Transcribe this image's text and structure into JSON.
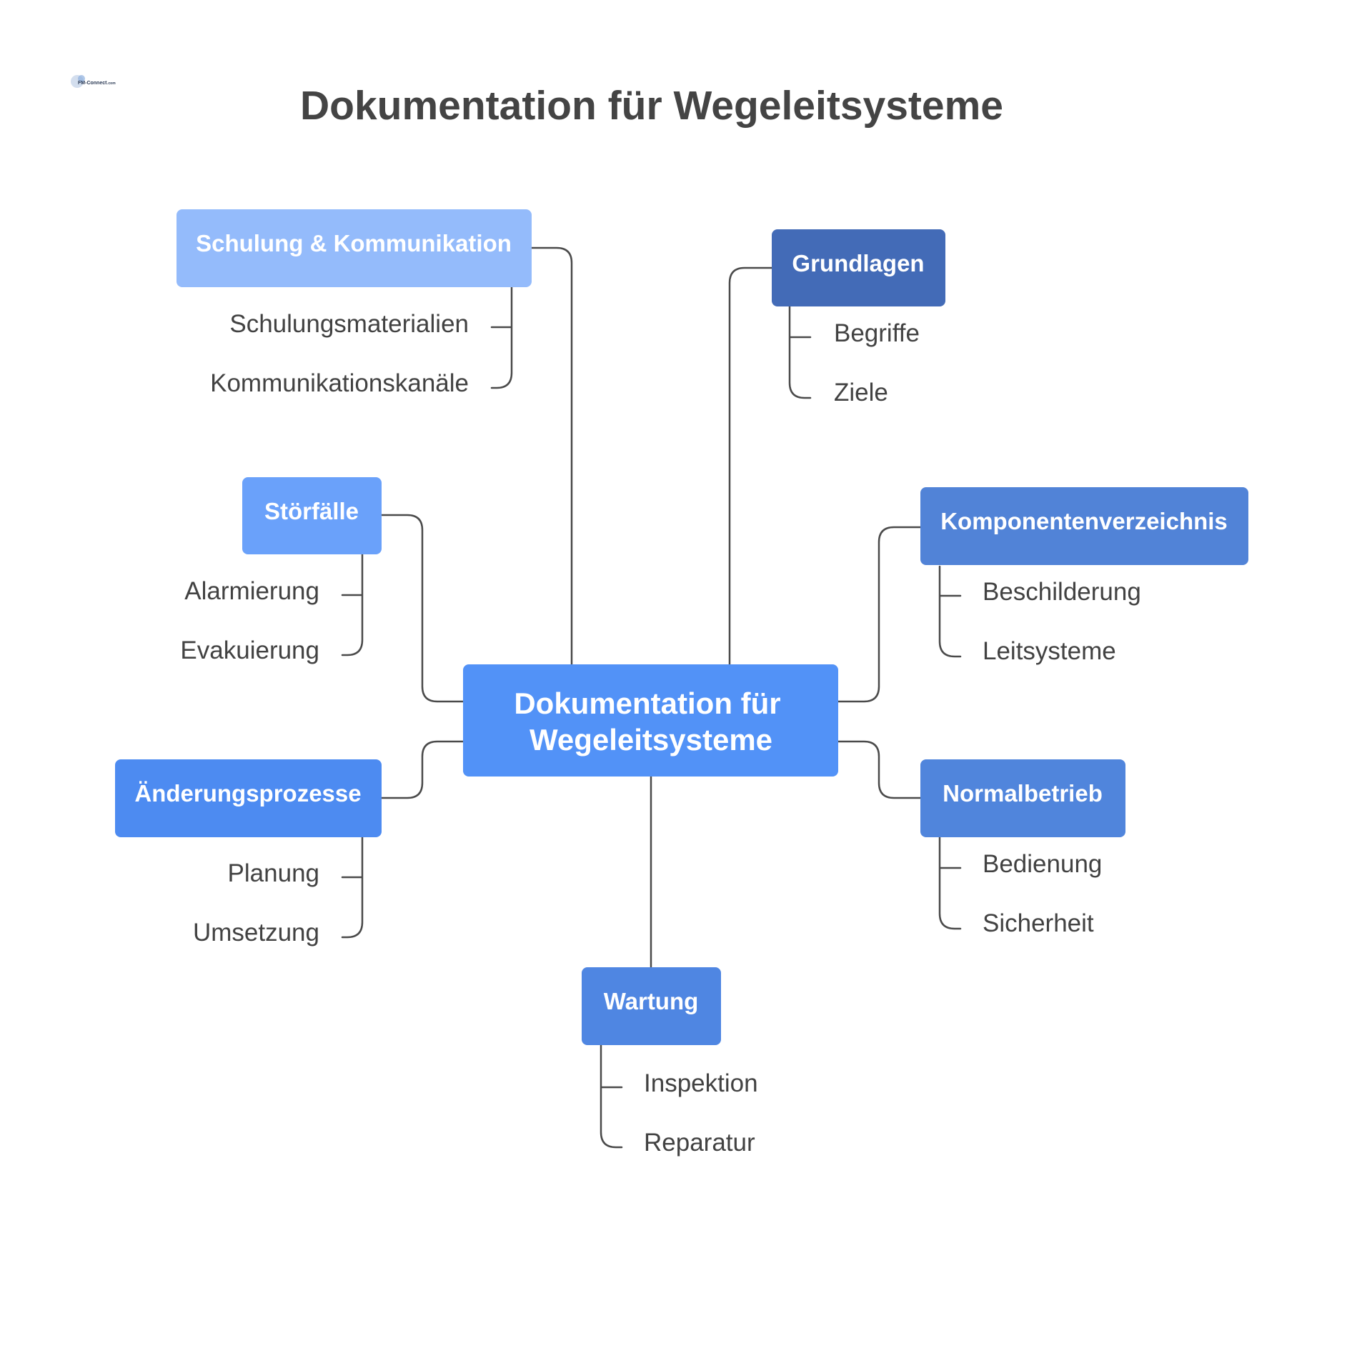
{
  "title": "Dokumentation für Wegeleitsysteme",
  "logo": {
    "text": "FM-Connect",
    "suffix": ".com"
  },
  "center": {
    "lines": [
      "Dokumentation für",
      "Wegeleitsysteme"
    ],
    "color": "#5292f7"
  },
  "branches": [
    {
      "label": "Schulung & Kommunikation",
      "color": "#94bbfb",
      "children": [
        "Schulungsmaterialien",
        "Kommunikationskanäle"
      ]
    },
    {
      "label": "Grundlagen",
      "color": "#436bb7",
      "children": [
        "Begriffe",
        "Ziele"
      ]
    },
    {
      "label": "Störfälle",
      "color": "#6aa1fa",
      "children": [
        "Alarmierung",
        "Evakuierung"
      ]
    },
    {
      "label": "Komponentenverzeichnis",
      "color": "#5183d7",
      "children": [
        "Beschilderung",
        "Leitsysteme"
      ]
    },
    {
      "label": "Änderungsprozesse",
      "color": "#4d8bf1",
      "children": [
        "Planung",
        "Umsetzung"
      ]
    },
    {
      "label": "Normalbetrieb",
      "color": "#5085dc",
      "children": [
        "Bedienung",
        "Sicherheit"
      ]
    },
    {
      "label": "Wartung",
      "color": "#4f86e2",
      "children": [
        "Inspektion",
        "Reparatur"
      ]
    }
  ]
}
